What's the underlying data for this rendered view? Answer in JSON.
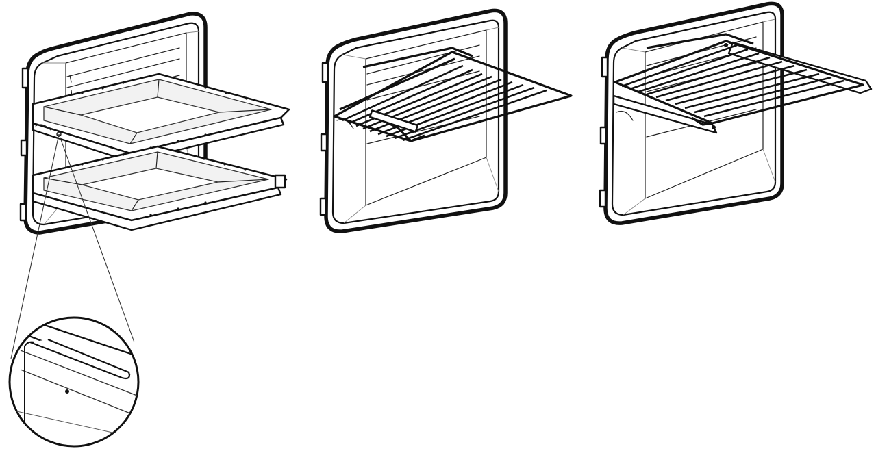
{
  "figures": [
    {
      "id": "oven-with-two-trays",
      "items": [
        "tray",
        "tray"
      ]
    },
    {
      "id": "oven-with-wire-rack",
      "items": [
        "wire-rack"
      ]
    },
    {
      "id": "oven-with-wire-rack-on-telescopic-rails",
      "items": [
        "wire-rack",
        "telescopic-rails"
      ]
    }
  ],
  "detail_view": {
    "shows": "shelf-guide-slot"
  },
  "colors": {
    "line": "#111111",
    "background": "#ffffff"
  }
}
